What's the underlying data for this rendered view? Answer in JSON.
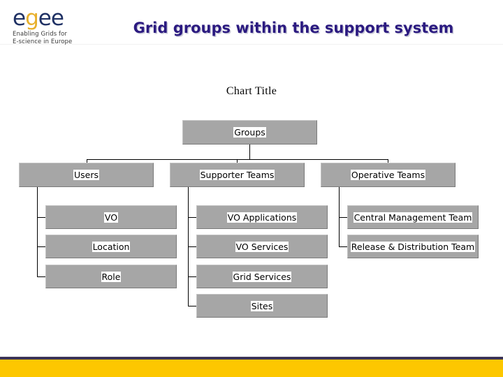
{
  "slide": {
    "title": "Grid groups within the support system",
    "background_color": "#ffffff",
    "title_color": "#2b1a80"
  },
  "logo": {
    "name": "egee-logo",
    "wordmark_part1": "e",
    "wordmark_gold": "g",
    "wordmark_part3": "ee",
    "tagline_line1": "Enabling Grids for",
    "tagline_line2": "E-science in Europe",
    "navy_color": "#1f3164",
    "gold_color": "#e8b02c"
  },
  "footer": {
    "rule_color": "#3b3457",
    "bar_color": "#fdc700"
  },
  "chart_data": {
    "type": "diagram",
    "diagram_kind": "org-chart",
    "title": "Chart Title",
    "node_fill_color": "#a6a6a6",
    "label_bg_color": "#ffffff",
    "connector_color": "#000000",
    "root": {
      "label": "Groups"
    },
    "branches": [
      {
        "label": "Users",
        "children": [
          {
            "label": "VO"
          },
          {
            "label": "Location"
          },
          {
            "label": "Role"
          }
        ]
      },
      {
        "label": "Supporter Teams",
        "children": [
          {
            "label": "VO Applications"
          },
          {
            "label": "VO Services"
          },
          {
            "label": "Grid Services"
          },
          {
            "label": "Sites"
          }
        ]
      },
      {
        "label": "Operative Teams",
        "children": [
          {
            "label": "Central Management Team"
          },
          {
            "label": "Release & Distribution Team"
          }
        ]
      }
    ]
  }
}
